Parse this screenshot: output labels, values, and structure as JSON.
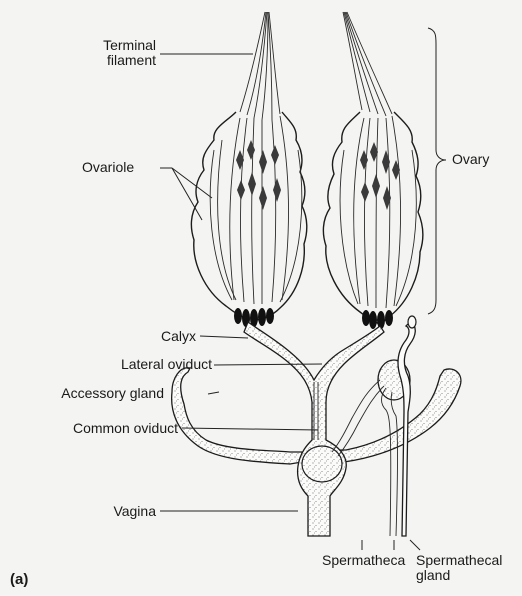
{
  "labels": {
    "terminal_filament": [
      "Terminal",
      "filament"
    ],
    "ovariole": "Ovariole",
    "ovary": "Ovary",
    "calyx": "Calyx",
    "lateral_oviduct": "Lateral oviduct",
    "accessory_gland": "Accessory gland",
    "common_oviduct": "Common oviduct",
    "vagina": "Vagina",
    "spermatheca": "Spermatheca",
    "spermathecal_gland": [
      "Spermathecal",
      "gland"
    ],
    "panel": "(a)"
  },
  "colors": {
    "ink": "#1c1c1c",
    "paper": "#f4f4f2",
    "stipple": "#555555"
  }
}
